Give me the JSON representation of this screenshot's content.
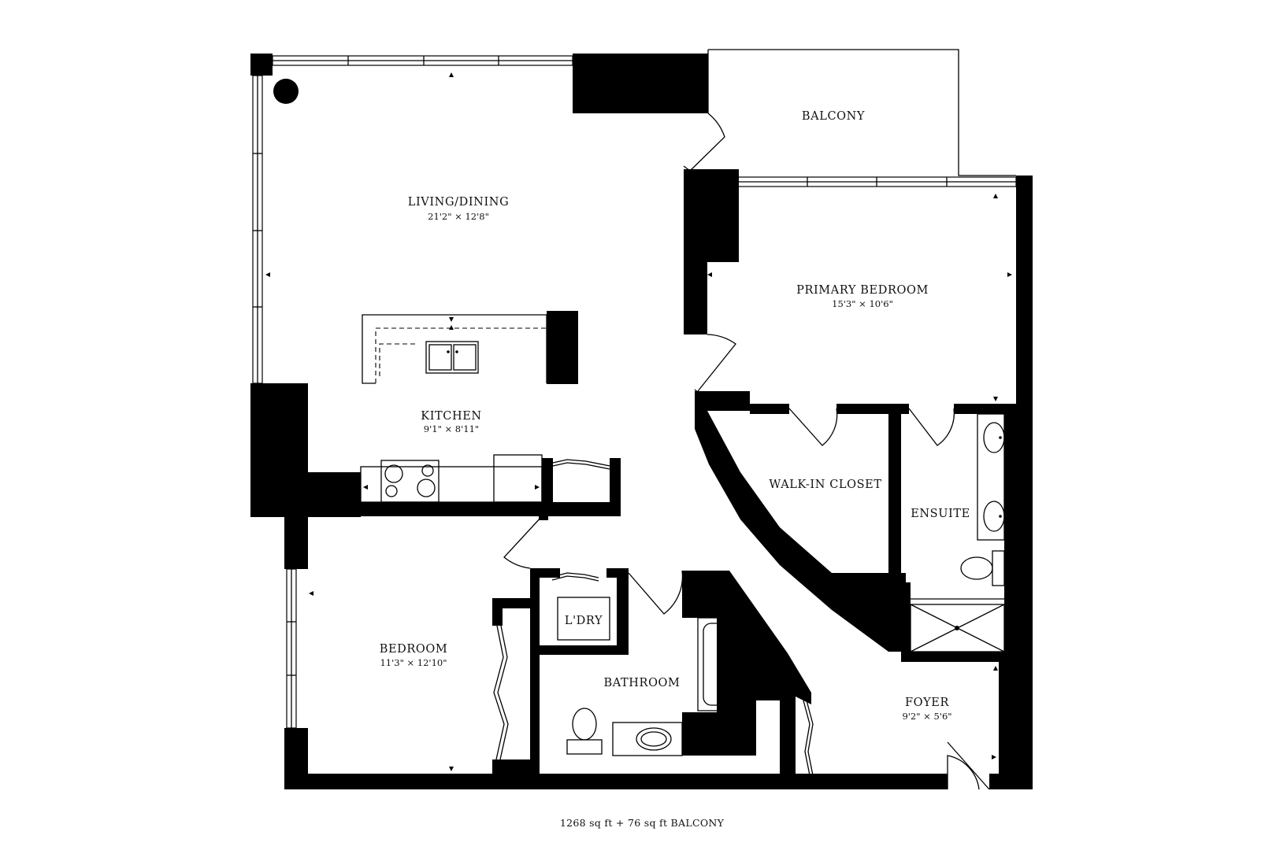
{
  "rooms": {
    "balcony": {
      "name": "BALCONY"
    },
    "living_dining": {
      "name": "LIVING/DINING",
      "dims": "21'2\" × 12'8\""
    },
    "primary_bedroom": {
      "name": "PRIMARY BEDROOM",
      "dims": "15'3\" × 10'6\""
    },
    "kitchen": {
      "name": "KITCHEN",
      "dims": "9'1\" × 8'11\""
    },
    "walk_in_closet": {
      "name": "WALK-IN CLOSET"
    },
    "ensuite": {
      "name": "ENSUITE"
    },
    "laundry": {
      "name": "L'DRY"
    },
    "bedroom": {
      "name": "BEDROOM",
      "dims": "11'3\" × 12'10\""
    },
    "bathroom": {
      "name": "BATHROOM"
    },
    "foyer": {
      "name": "FOYER",
      "dims": "9'2\" × 5'6\""
    }
  },
  "footer": {
    "area": "1268 sq ft + 76 sq ft BALCONY"
  }
}
